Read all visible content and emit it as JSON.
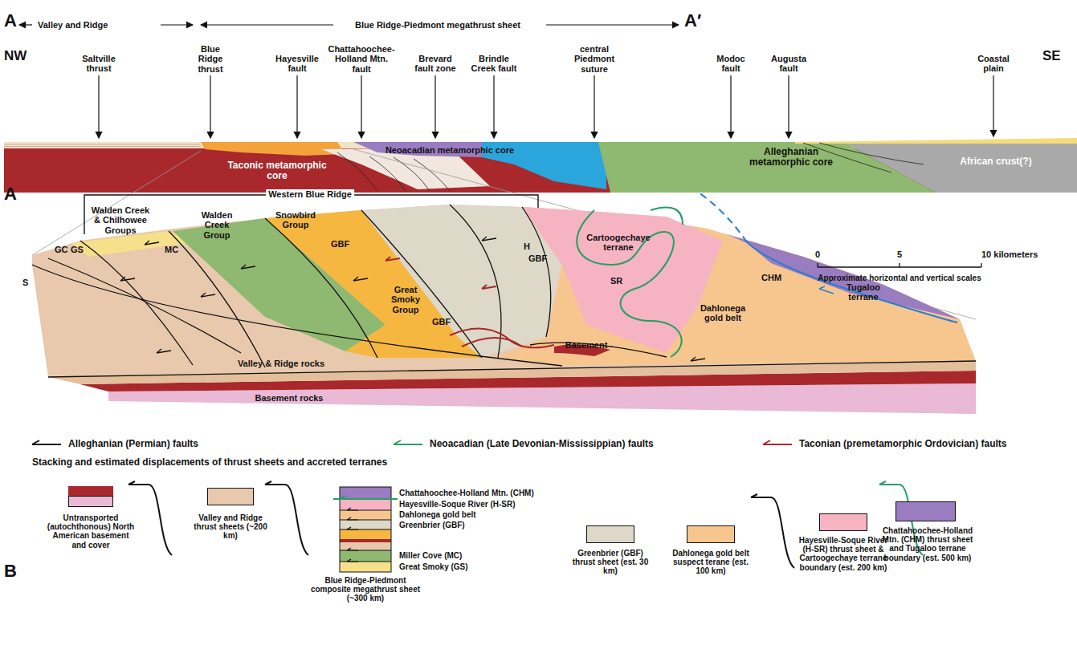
{
  "diagram": {
    "labels": [
      "A",
      "Valley and Ridge",
      "Blue Ridge-Piedmont megathrust sheet",
      "A′",
      "NW",
      "SE",
      "Saltville thrust",
      "Blue Ridge thrust",
      "Hayesville fault",
      "Chattahoochee-Holland Mtn. fault",
      "Brevard fault zone",
      "Brindle Creek fault",
      "central Piedmont suture",
      "Modoc fault",
      "Augusta fault",
      "Coastal plain",
      "Taconic metamorphic core",
      "Neoacadian metamorphic core",
      "Alleghanian metamorphic core",
      "African crust(?)",
      "A",
      "Western Blue Ridge",
      "Walden Creek & Chilhowee Groups",
      "Walden Creek Group",
      "Snowbird Group",
      "GBF",
      "GC",
      "GS",
      "MC",
      "S",
      "H",
      "GBF",
      "GBF",
      "Great Smoky Group",
      "Cartoogechaye terrane",
      "SR",
      "CHM",
      "Tugaloo terrane",
      "Dahlonega gold belt",
      "Valley & Ridge rocks",
      "Basement",
      "Basement rocks",
      "0",
      "5",
      "10 kilometers",
      "Approximate horizontal and vertical scales",
      "Stacking and estimated displacements of thrust sheets and accreted terranes",
      "B",
      "Chattahoochee-Holland Mtn. (CHM)",
      "Hayesville-Soque River (H-SR)",
      "Dahlonega gold belt",
      "Greenbrier (GBF)",
      "Miller Cove (MC)",
      "Great Smoky (GS)",
      "Blue Ridge-Piedmont composite megathrust sheet (~300 km)"
    ],
    "legend": [
      {
        "text": "Alleghanian (Permian) faults"
      },
      {
        "text": "Neoacadian (Late Devonian-Mississippian) faults"
      },
      {
        "text": "Taconian (premetamorphic Ordovician) faults"
      },
      {
        "text": "Untransported (autochthonous) North American basement and cover",
        "color": "#e9b9d6"
      },
      {
        "text": "Valley and Ridge thrust sheets (~200 km)",
        "color": "#e8c9ad"
      },
      {
        "text": "Greenbrier (GBF) thrust sheet (est. 30 km)",
        "color": "#ddd8c8"
      },
      {
        "text": "Dahlonega gold belt suspect terane (est. 100 km)",
        "color": "#f7c68f"
      },
      {
        "text": "Hayesville-Soque River (H-SR) thrust sheet & Cartoogechaye terrane boundary (est. 200 km)",
        "color": "#f6b3c2"
      },
      {
        "text": "Chattahoochee-Holland Mtn. (CHM) thrust sheet and Tugaloo terrane boundary (est. 500 km)",
        "color": "#9a7cc0"
      }
    ]
  }
}
